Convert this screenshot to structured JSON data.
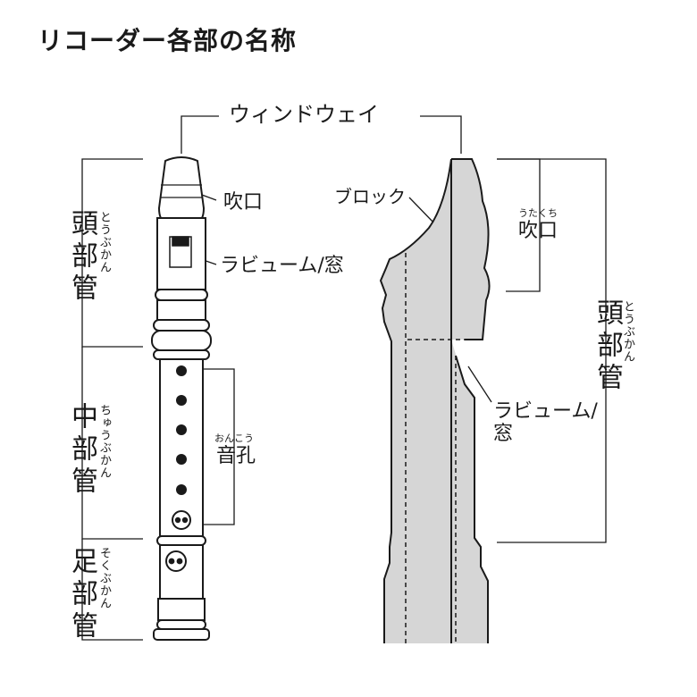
{
  "title": "リコーダー各部の名称",
  "windway": "ウィンドウェイ",
  "left": {
    "mouthpiece": "吹口",
    "labium_window": "ラビューム/窓",
    "tone_holes": "音孔",
    "tone_holes_ruby": "おんこう",
    "head_joint": "頭部管",
    "head_joint_ruby": "とうぶかん",
    "middle_joint": "中部管",
    "middle_joint_ruby": "ちゅうぶかん",
    "foot_joint": "足部管",
    "foot_joint_ruby": "そくぶかん"
  },
  "right": {
    "block": "ブロック",
    "mouthpiece": "吹口",
    "mouthpiece_ruby": "うたくち",
    "labium_window_line1": "ラビューム/",
    "labium_window_line2": "窓",
    "head_joint": "頭部管",
    "head_joint_ruby": "とうぶかん"
  },
  "colors": {
    "ink": "#1a1a1a",
    "section_fill": "#d6d6d6",
    "background": "#ffffff"
  }
}
